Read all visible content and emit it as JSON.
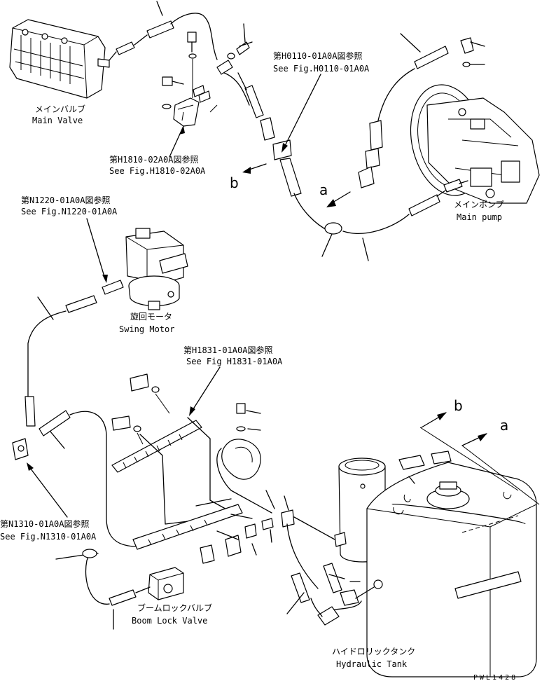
{
  "components": {
    "main_valve": {
      "jp": "メインバルブ",
      "en": "Main Valve"
    },
    "main_pump": {
      "jp": "メインポンプ",
      "en": "Main pump"
    },
    "swing_motor": {
      "jp": "旋回モータ",
      "en": "Swing Motor"
    },
    "boom_lock_valve": {
      "jp": "ブームロックバルブ",
      "en": "Boom Lock Valve"
    },
    "hydraulic_tank": {
      "jp": "ハイドロリックタンク",
      "en": "Hydraulic Tank"
    }
  },
  "references": {
    "h1810": {
      "jp": "第H1810-02A0A図参照",
      "en": "See Fig.H1810-02A0A"
    },
    "h0110": {
      "jp": "第H0110-01A0A図参照",
      "en": "See Fig.H0110-01A0A"
    },
    "n1220": {
      "jp": "第N1220-01A0A図参照",
      "en": "See Fig.N1220-01A0A"
    },
    "h1831": {
      "jp": "第H1831-01A0A図参照",
      "en": "See Fig H1831-01A0A"
    },
    "n1310": {
      "jp": "第N1310-01A0A図参照",
      "en": "See Fig.N1310-01A0A"
    }
  },
  "markers": {
    "a": "a",
    "b": "b"
  },
  "drawing_code": "PWL1428"
}
